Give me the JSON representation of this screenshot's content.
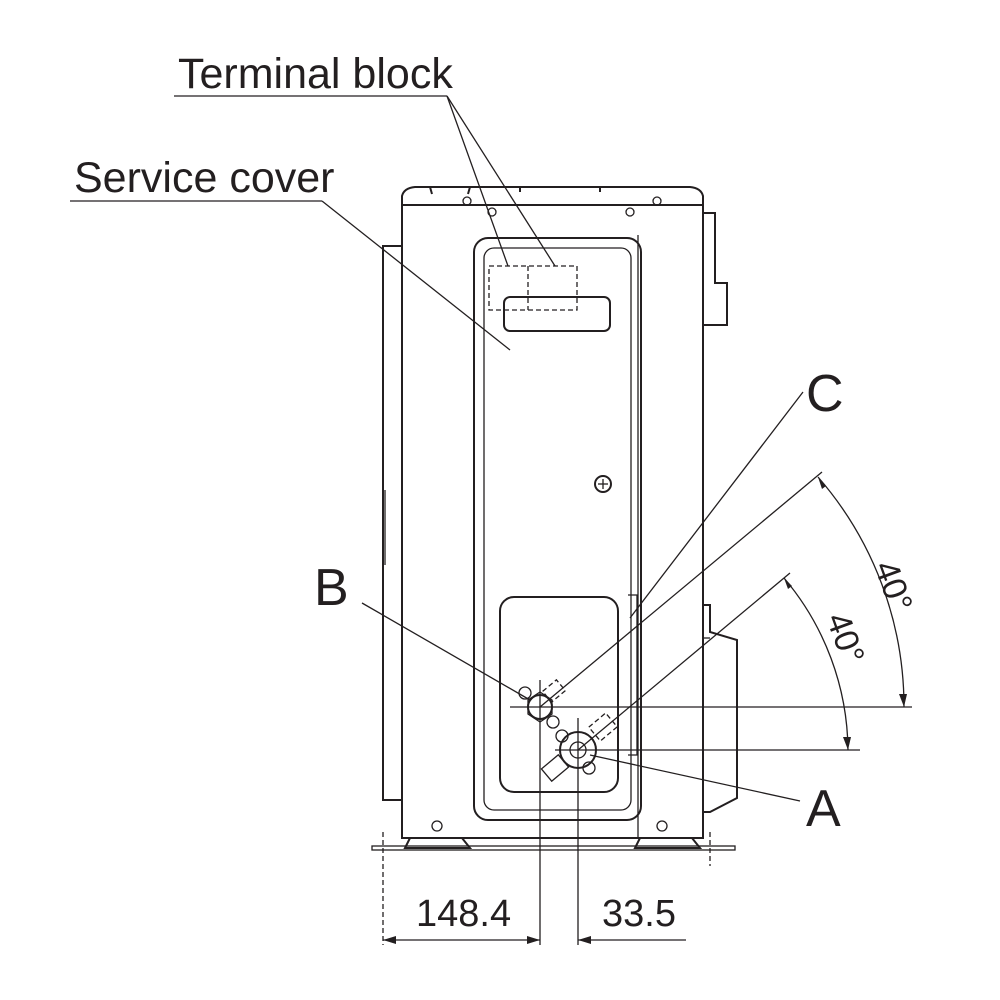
{
  "labels": {
    "terminal_block": "Terminal block",
    "service_cover": "Service cover",
    "valve_a": "A",
    "valve_b": "B",
    "valve_c": "C"
  },
  "dimensions": {
    "left_offset": "148.4",
    "valve_spacing": "33.5"
  },
  "angles": {
    "upper": "40°",
    "lower": "40°"
  }
}
